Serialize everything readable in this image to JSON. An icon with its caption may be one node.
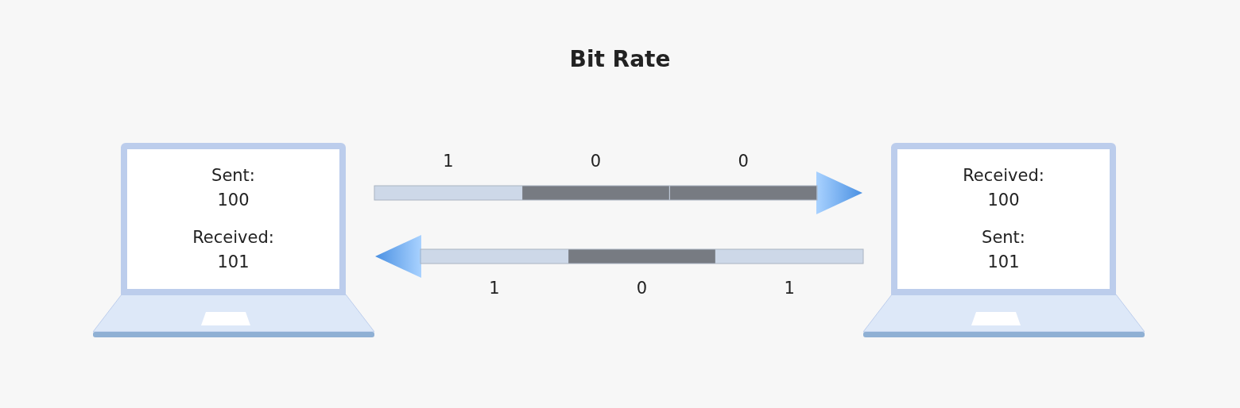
{
  "diagram": {
    "title": "Bit Rate",
    "nodes": [
      {
        "text": [
          "Sent: 100",
          "Received: 101"
        ]
      },
      {
        "text": [
          "Received: 100",
          "Sent: 101"
        ]
      }
    ],
    "edges": [
      {
        "from": 0,
        "to": 1,
        "arrow": "to"
      },
      {
        "from": 1,
        "to": 0,
        "arrow": "to"
      }
    ],
    "labels": [
      "1",
      "0",
      "0",
      "1",
      "0",
      "1"
    ]
  }
}
